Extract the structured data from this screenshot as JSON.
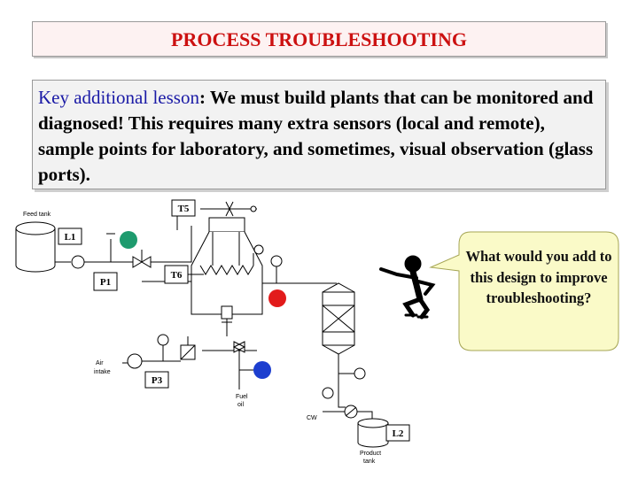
{
  "title": "PROCESS TROUBLESHOOTING",
  "lesson": {
    "lead": "Key additional lesson",
    "colon": ": ",
    "body": "We must build plants that can be monitored and diagnosed!  This requires many extra sensors (local and remote), sample points for laboratory, and sometimes, visual observation (glass ports)."
  },
  "diagram": {
    "tags": {
      "t5": "T5",
      "l1": "L1",
      "t6": "T6",
      "p1": "P1",
      "p3": "P3",
      "l2": "L2"
    },
    "labels": {
      "feed_tank": "Feed tank",
      "air_intake_1": "Air",
      "air_intake_2": "intake",
      "fuel_oil_1": "Fuel",
      "fuel_oil_2": "oil",
      "cw": "CW",
      "product_tank_1": "Product",
      "product_tank_2": "tank"
    },
    "callout": "What would you add to this design to improve troubleshooting?",
    "colors": {
      "green_sensor": "#1e9b6e",
      "red_sensor": "#e21b1b",
      "blue_sensor": "#1c3ecf",
      "callout_fill": "#fafac8",
      "title_red": "#cc1111",
      "lesson_blue": "#1a1aa6"
    }
  }
}
